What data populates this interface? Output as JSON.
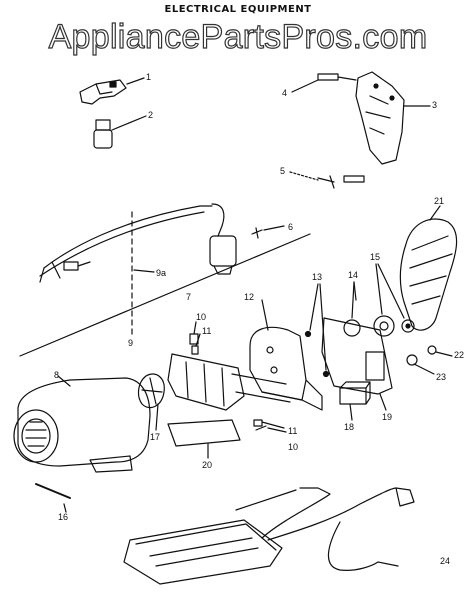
{
  "title": "ELECTRICAL EQUIPMENT",
  "watermark": "AppliancePartsPros.com",
  "colors": {
    "ink": "#111111",
    "background": "#ffffff"
  },
  "callouts": [
    {
      "id": "c1",
      "text": "1"
    },
    {
      "id": "c2",
      "text": "2"
    },
    {
      "id": "c3",
      "text": "3"
    },
    {
      "id": "c4",
      "text": "4"
    },
    {
      "id": "c5",
      "text": "5"
    },
    {
      "id": "c6",
      "text": "6"
    },
    {
      "id": "c7",
      "text": "7"
    },
    {
      "id": "c8",
      "text": "8"
    },
    {
      "id": "c9",
      "text": "9"
    },
    {
      "id": "c9a",
      "text": "9a"
    },
    {
      "id": "c10a",
      "text": "10"
    },
    {
      "id": "c10b",
      "text": "10"
    },
    {
      "id": "c11a",
      "text": "11"
    },
    {
      "id": "c11b",
      "text": "11"
    },
    {
      "id": "c12",
      "text": "12"
    },
    {
      "id": "c13",
      "text": "13"
    },
    {
      "id": "c14",
      "text": "14"
    },
    {
      "id": "c15",
      "text": "15"
    },
    {
      "id": "c16",
      "text": "16"
    },
    {
      "id": "c17",
      "text": "17"
    },
    {
      "id": "c18",
      "text": "18"
    },
    {
      "id": "c19",
      "text": "19"
    },
    {
      "id": "c20",
      "text": "20"
    },
    {
      "id": "c21",
      "text": "21"
    },
    {
      "id": "c22",
      "text": "22"
    },
    {
      "id": "c23",
      "text": "23"
    },
    {
      "id": "c24",
      "text": "24"
    }
  ]
}
